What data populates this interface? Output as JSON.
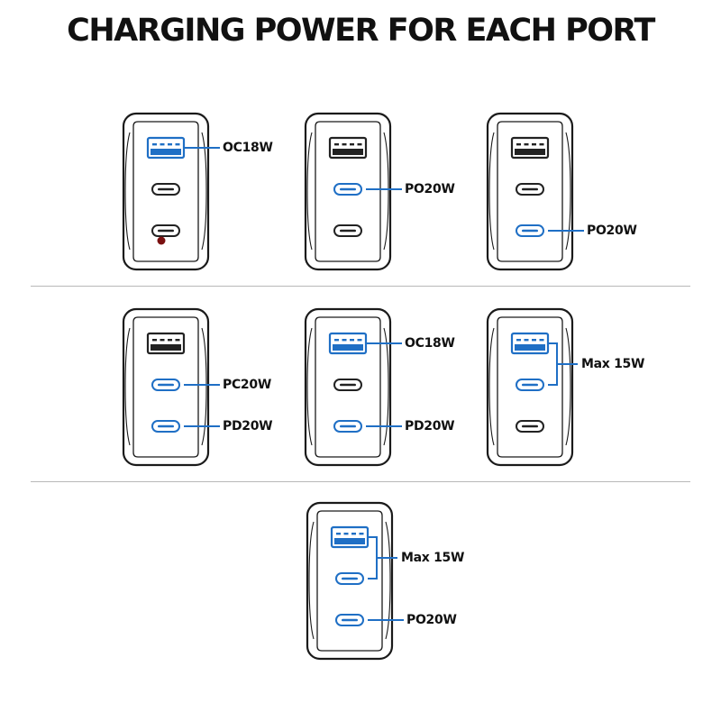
{
  "title": "CHARGING POWER FOR EACH PORT",
  "colors": {
    "active": "#1f6fc5",
    "inactive": "#222222",
    "indicator": "#7a1010"
  },
  "configs": [
    {
      "active": [
        "usb_a"
      ],
      "labels": [
        {
          "text": "OC18W",
          "ports": [
            "usb_a"
          ]
        }
      ],
      "indicator": true
    },
    {
      "active": [
        "usb_c1"
      ],
      "labels": [
        {
          "text": "PO20W",
          "ports": [
            "usb_c1"
          ]
        }
      ]
    },
    {
      "active": [
        "usb_c2"
      ],
      "labels": [
        {
          "text": "PO20W",
          "ports": [
            "usb_c2"
          ]
        }
      ]
    },
    {
      "active": [
        "usb_c1",
        "usb_c2"
      ],
      "labels": [
        {
          "text": "PC20W",
          "ports": [
            "usb_c1"
          ]
        },
        {
          "text": "PD20W",
          "ports": [
            "usb_c2"
          ]
        }
      ]
    },
    {
      "active": [
        "usb_a",
        "usb_c2"
      ],
      "labels": [
        {
          "text": "OC18W",
          "ports": [
            "usb_a"
          ]
        },
        {
          "text": "PD20W",
          "ports": [
            "usb_c2"
          ]
        }
      ]
    },
    {
      "active": [
        "usb_a",
        "usb_c1"
      ],
      "labels": [
        {
          "text": "Max 15W",
          "ports": [
            "usb_a",
            "usb_c1"
          ]
        }
      ]
    },
    {
      "active": [
        "usb_a",
        "usb_c1",
        "usb_c2"
      ],
      "labels": [
        {
          "text": "Max 15W",
          "ports": [
            "usb_a",
            "usb_c1"
          ]
        },
        {
          "text": "PO20W",
          "ports": [
            "usb_c2"
          ]
        }
      ]
    }
  ]
}
